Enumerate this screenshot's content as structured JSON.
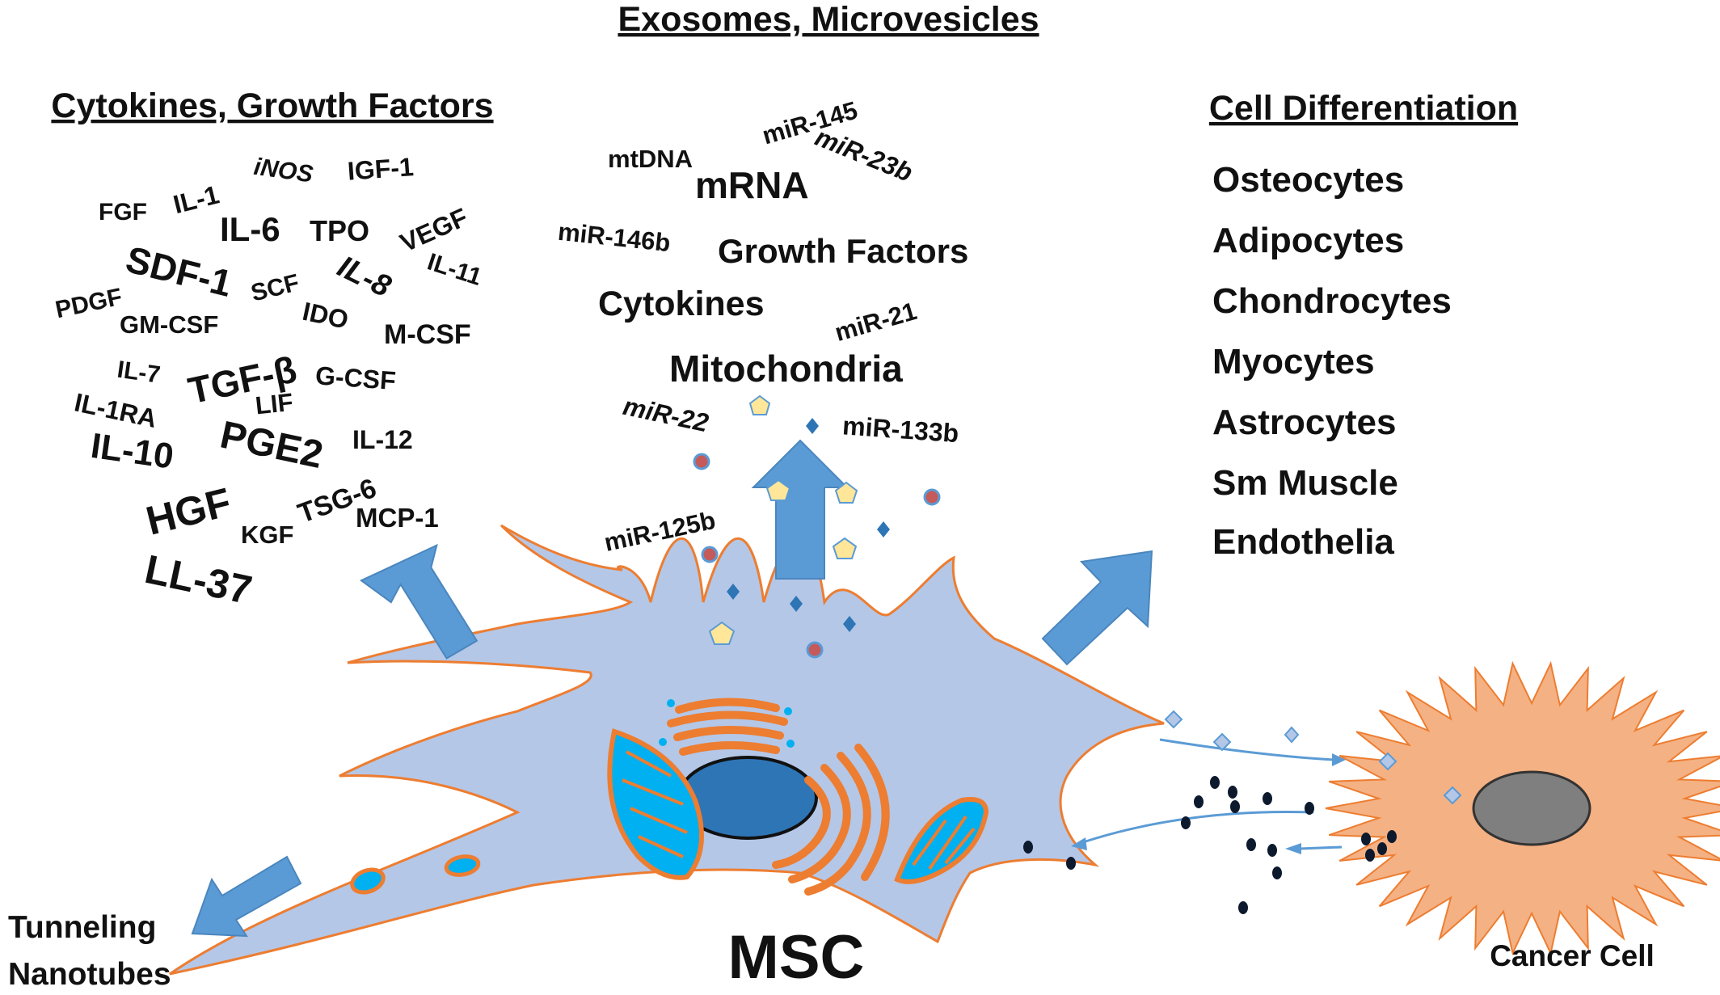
{
  "headings": {
    "exosomes": "Exosomes, Microvesicles",
    "cytokines": "Cytokines, Growth Factors",
    "differentiation": "Cell Differentiation"
  },
  "cytokine_terms": [
    "FGF",
    "IL-1",
    "iNOS",
    "IGF-1",
    "IL-6",
    "TPO",
    "VEGF",
    "SDF-1",
    "SCF",
    "IL-8",
    "IL-11",
    "PDGF",
    "GM-CSF",
    "IDO",
    "M-CSF",
    "IL-7",
    "TGF-β",
    "G-CSF",
    "LIF",
    "IL-1RA",
    "IL-10",
    "PGE2",
    "IL-12",
    "HGF",
    "TSG-6",
    "KGF",
    "MCP-1",
    "LL-37"
  ],
  "exosome_terms": [
    "miR-145",
    "mtDNA",
    "mRNA",
    "miR-23b",
    "miR-146b",
    "Growth Factors",
    "Cytokines",
    "miR-21",
    "Mitochondria",
    "miR-22",
    "miR-133b",
    "miR-125b"
  ],
  "cell_types": [
    "Osteocytes",
    "Adipocytes",
    "Chondrocytes",
    "Myocytes",
    "Astrocytes",
    "Sm Muscle",
    "Endothelia"
  ],
  "labels": {
    "msc": "MSC",
    "cancer_cell": "Cancer Cell",
    "tunneling_line1": "Tunneling",
    "tunneling_line2": "Nanotubes"
  },
  "colors": {
    "cell_fill": "#b4c7e7",
    "cell_outline": "#ed7d31",
    "nucleus": "#2e75b6",
    "arrow": "#5b9bd5",
    "mito_fill": "#00b0f0",
    "golgi": "#ed7d31",
    "cancer_fill": "#f4b183",
    "cancer_nucleus": "#7f7f7f",
    "pentagon": "#ffe699",
    "mir_dot": "#c55a5a",
    "diamond": "#2e75b6",
    "black_dot": "#0d1a2e"
  }
}
